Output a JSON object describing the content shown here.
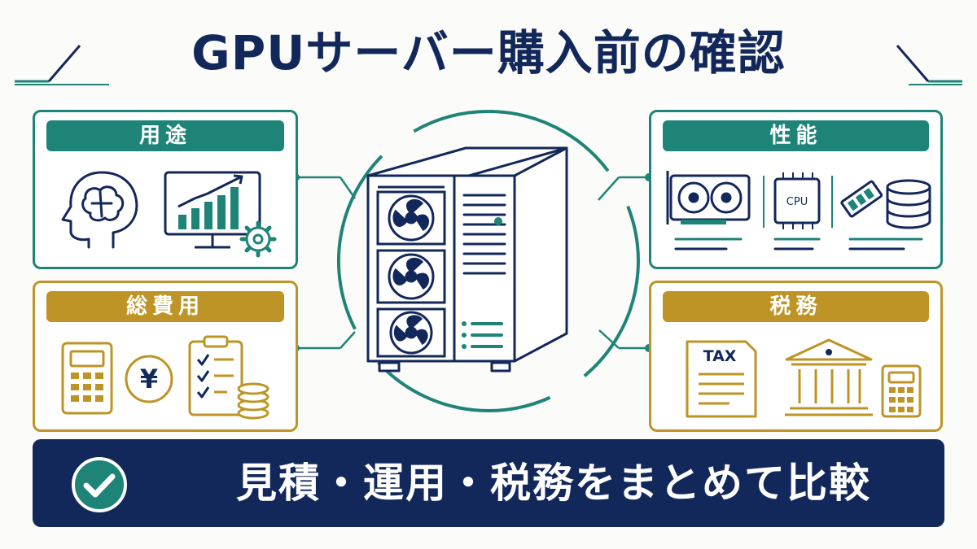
{
  "title": "GPUサーバー購入前の確認",
  "panels": {
    "usage": {
      "label": "用途",
      "icons": [
        "brain-head-icon",
        "growth-chart-monitor-icon",
        "gear-icon"
      ]
    },
    "performance": {
      "label": "性能",
      "icons": [
        "gpu-card-icon",
        "cpu-chip-icon",
        "memory-module-icon",
        "storage-disk-icon"
      ],
      "cpu_text": "CPU"
    },
    "total_cost": {
      "label": "総費用",
      "icons": [
        "calculator-icon",
        "yen-coin-icon",
        "checklist-clipboard-icon",
        "coin-stack-icon"
      ],
      "yen_text": "¥"
    },
    "tax": {
      "label": "税務",
      "icons": [
        "tax-document-icon",
        "bank-building-icon",
        "calculator-icon"
      ],
      "tax_text": "TAX"
    }
  },
  "center": {
    "icon": "gpu-server-tower-icon"
  },
  "banner": {
    "text": "見積・運用・税務をまとめて比較",
    "icon": "check-circle-icon"
  },
  "colors": {
    "navy": "#13285a",
    "teal": "#1e8478",
    "gold": "#bd9425"
  }
}
